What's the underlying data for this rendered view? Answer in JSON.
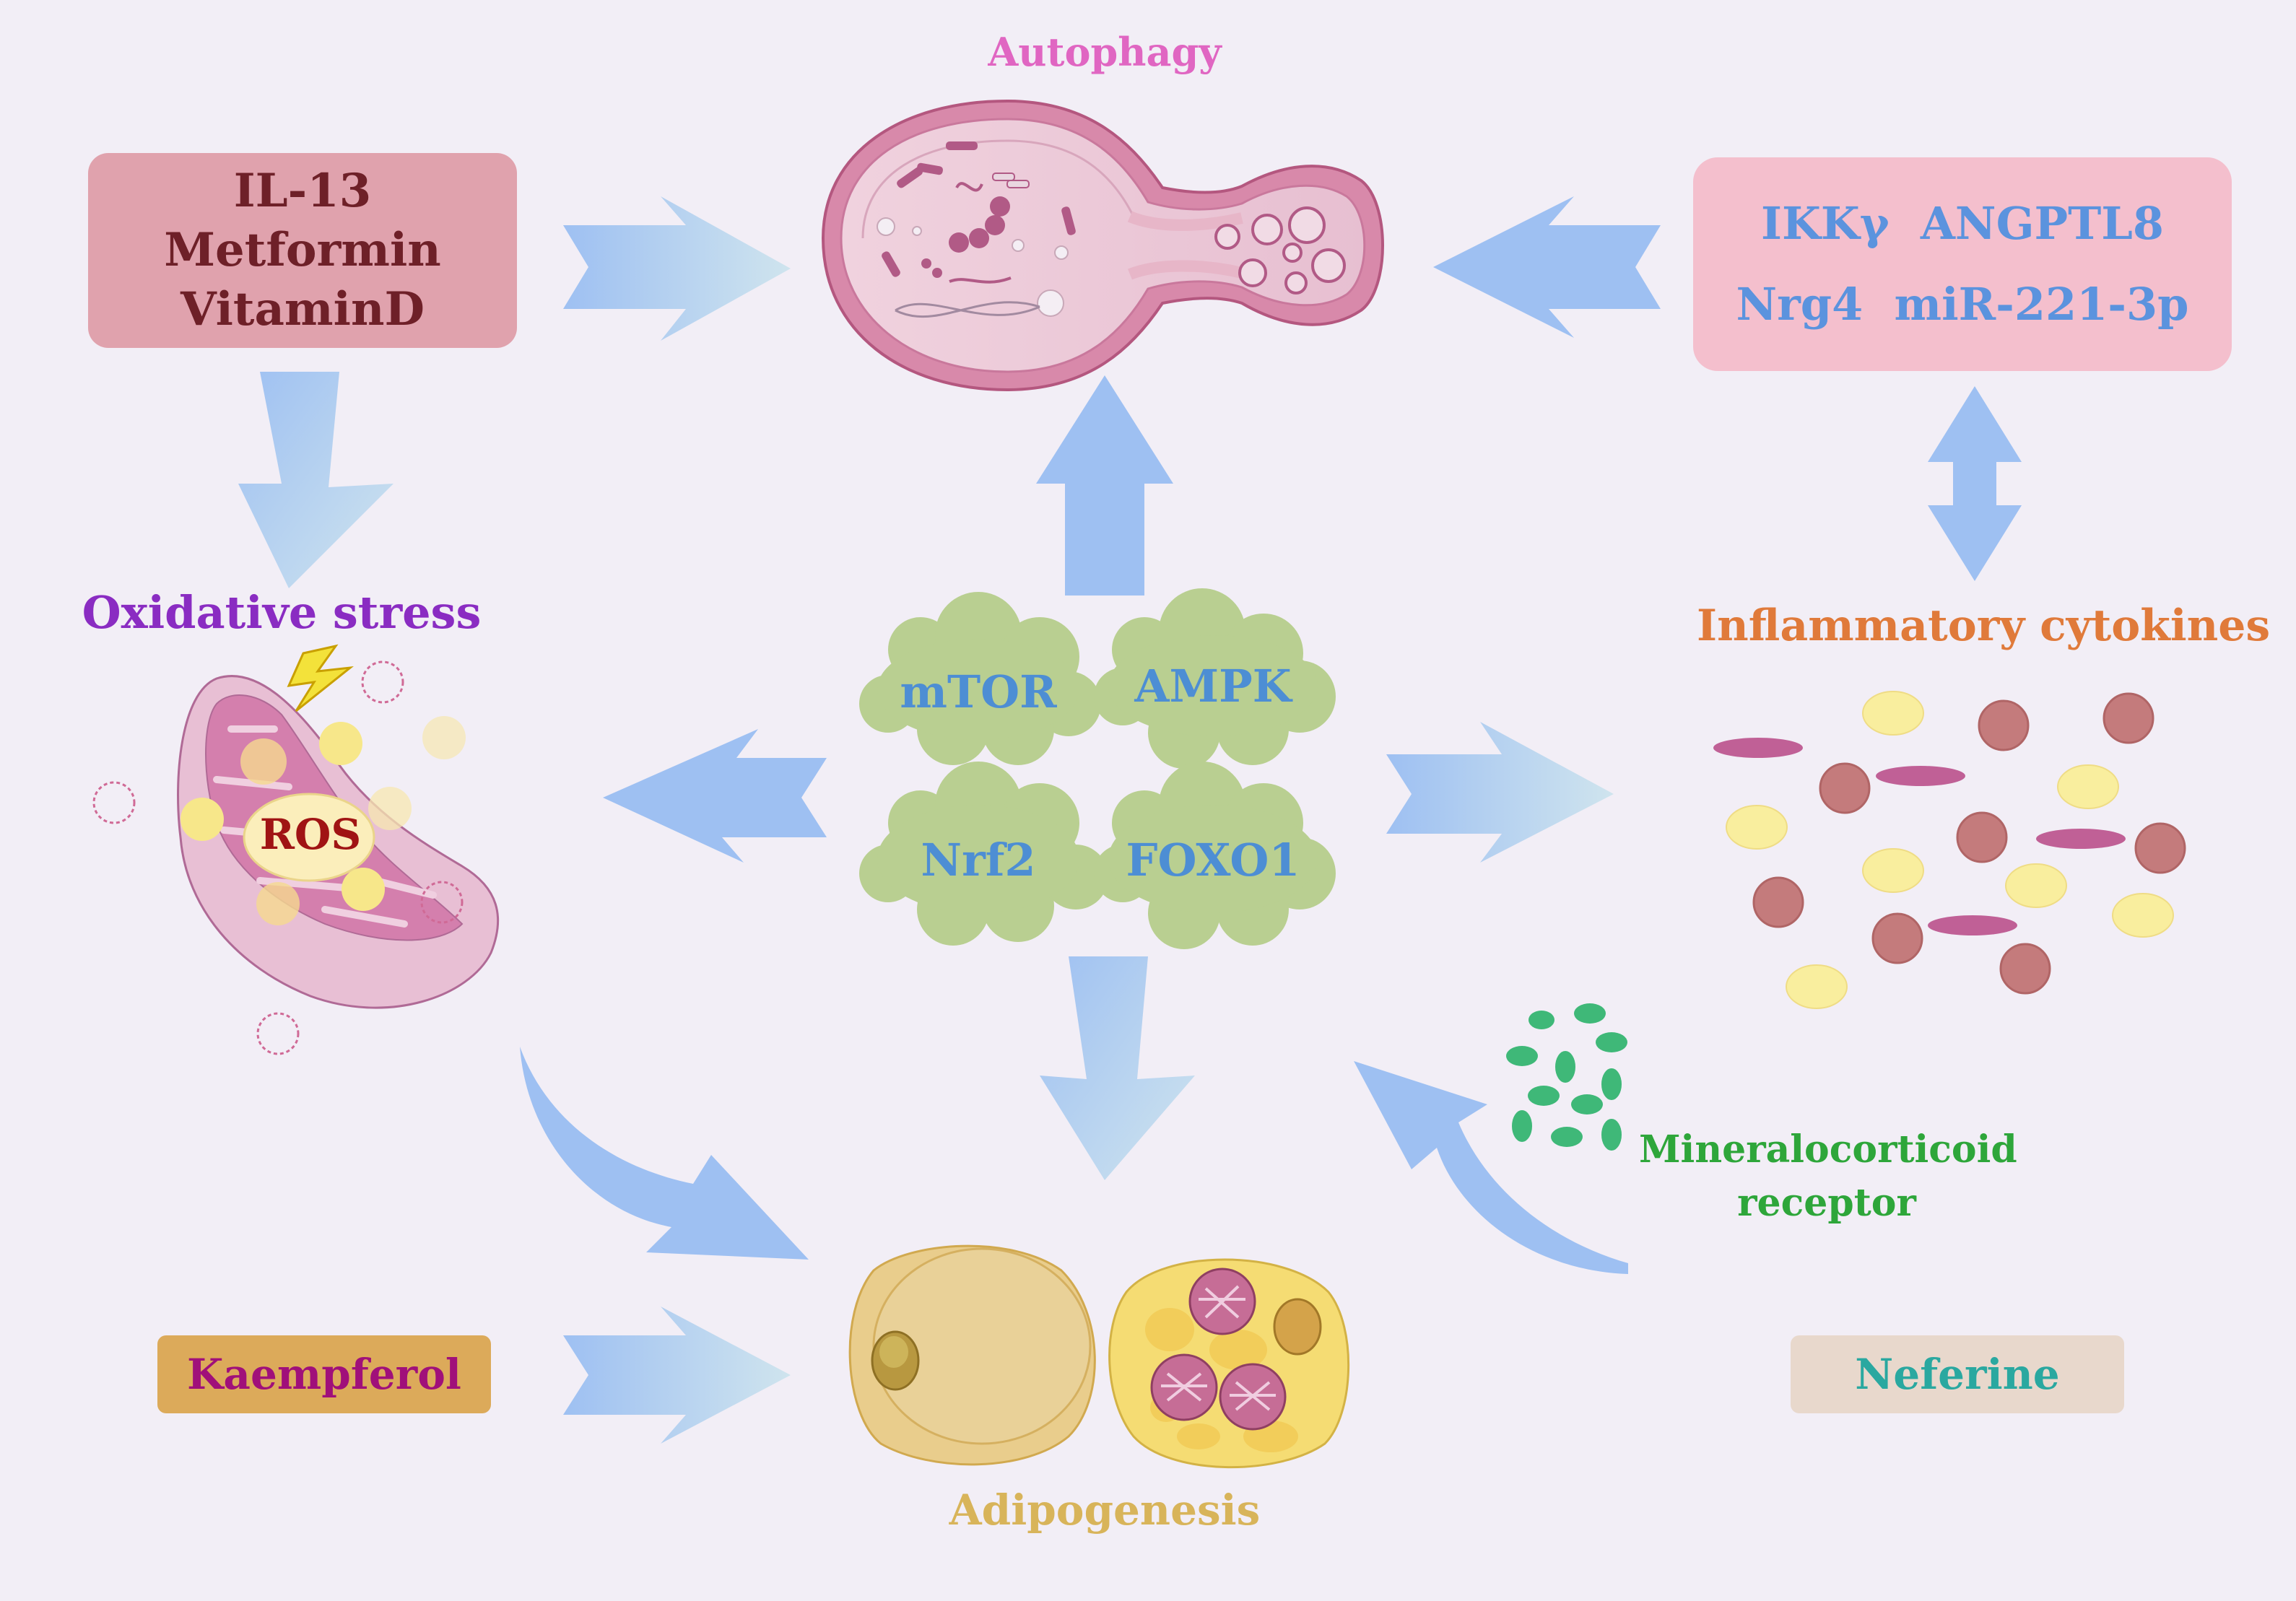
{
  "title": "Autophagy",
  "colors": {
    "background": "#f2eef6",
    "arrow_blue": "#9ec0f2",
    "arrow_light": "#cce2ee",
    "box_left": "#e0a2ad",
    "box_right": "#f4bfcd",
    "box_kaempferol": "#dcaa5a",
    "box_neferine": "#e8d8cc",
    "cloud_green": "#b9cf91",
    "autophagy_text": "#e066c2",
    "oxidative_text": "#8a2cc2",
    "inflammatory_text": "#e07a3a",
    "adipogenesis_text": "#d8b45a",
    "mineralocorticoid_text": "#2ea63a",
    "neferine_text": "#2aa8a0",
    "kaempferol_text": "#a0107a",
    "left_box_text": "#6e2028",
    "right_box_text": "#5b93de",
    "cloud_text": "#4d8ed4",
    "ros_text": "#a01414"
  },
  "labels": {
    "autophagy": "Autophagy",
    "oxidative_stress": "Oxidative stress",
    "inflammatory_cytokines": "Inflammatory cytokines",
    "adipogenesis": "Adipogenesis",
    "mineralocorticoid_line1": "Mineralocorticoid",
    "mineralocorticoid_line2": "receptor",
    "ros": "ROS"
  },
  "left_box": {
    "lines": [
      "IL-13",
      "Metformin",
      "VitaminD"
    ]
  },
  "right_box": {
    "lines": [
      "IKKγ  ANGPTL8",
      "Nrg4  miR-221-3p"
    ]
  },
  "clouds": [
    {
      "label": "mTOR"
    },
    {
      "label": "AMPK"
    },
    {
      "label": "Nrf2"
    },
    {
      "label": "FOXO1"
    }
  ],
  "kaempferol": "Kaempferol",
  "neferine": "Neferine",
  "icons": [
    "autophagosome-icon",
    "mitochondrion-icon",
    "lightning-icon",
    "adipocyte-icon",
    "cytokine-particles-icon",
    "receptor-particles-icon"
  ]
}
